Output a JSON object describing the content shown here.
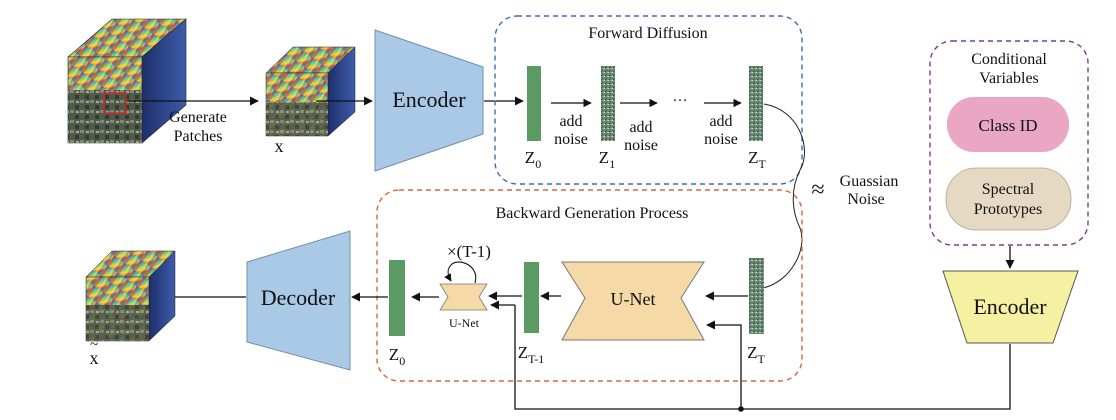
{
  "colors": {
    "encoder_fill": "#a9c9e6",
    "decoder_fill": "#a9c9e6",
    "cond_encoder_fill": "#f6f0a2",
    "latent_fill": "#5c9a64",
    "noisy_fill": "#6a8a74",
    "unet_fill": "#f5d9a6",
    "class_id_fill": "#e9a7c4",
    "spectral_fill": "#e6d9c4",
    "forward_box": "#3b6bb5",
    "backward_box": "#d9663a",
    "cond_box": "#7a3b8f"
  },
  "labels": {
    "generate_patches_line1": "Generate",
    "generate_patches_line2": "Patches",
    "x": "x",
    "x_tilde": "x",
    "tilde": "~",
    "encoder": "Encoder",
    "decoder": "Decoder",
    "forward_title": "Forward Diffusion",
    "add": "add",
    "noise": "noise",
    "ellipsis": "···",
    "z": "Z",
    "sub_0": "0",
    "sub_1": "1",
    "sub_T": "T",
    "sub_Tm1": "T-1",
    "approx": "≈",
    "guassian_line1": "Guassian",
    "guassian_line2": "Noise",
    "backward_title": "Backward Generation Process",
    "repeat": "×(T-1)",
    "unet": "U-Net",
    "unet_small": "U-Net",
    "cond_title_line1": "Conditional",
    "cond_title_line2": "Variables",
    "class_id": "Class ID",
    "spectral_line1": "Spectral",
    "spectral_line2": "Prototypes",
    "cond_encoder": "Encoder"
  }
}
